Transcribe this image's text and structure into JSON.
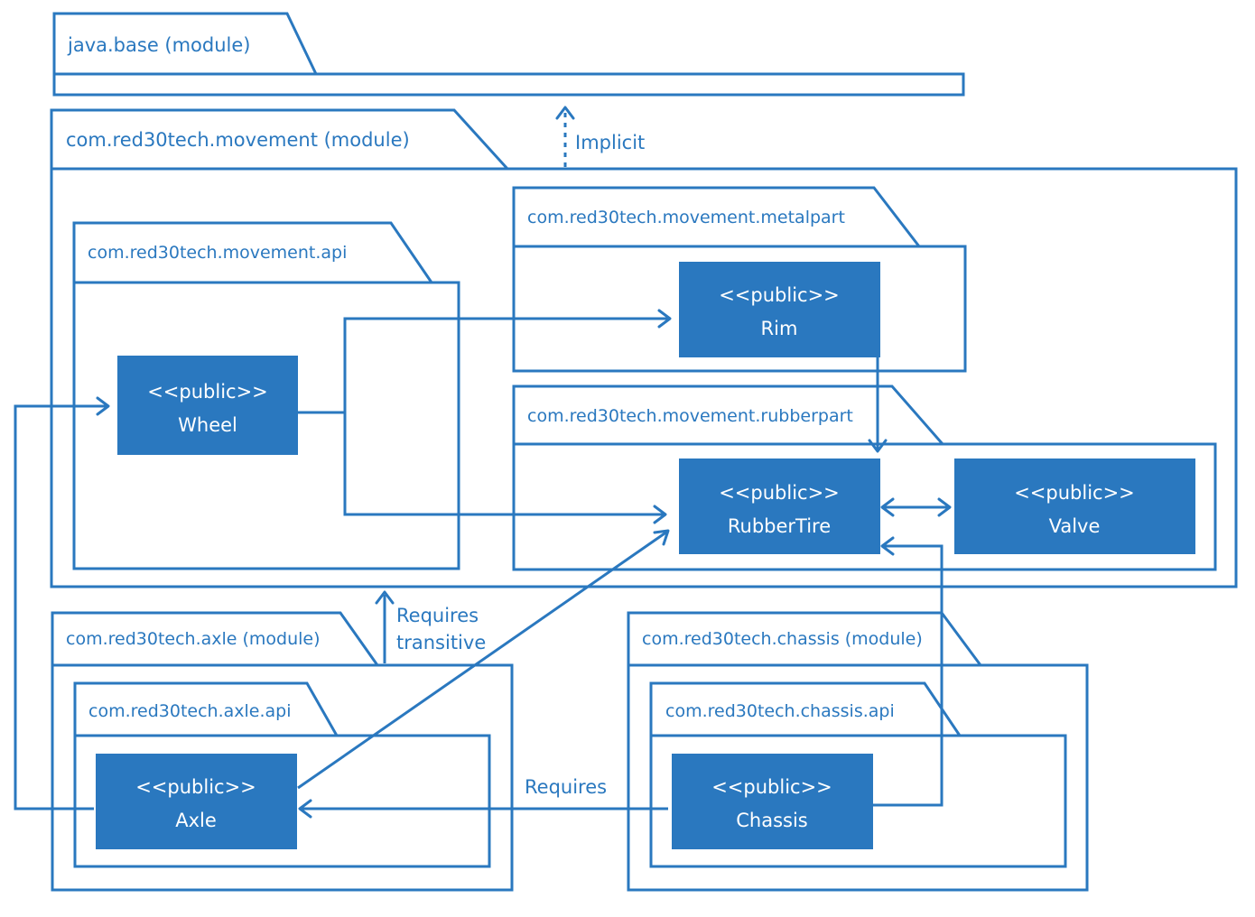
{
  "modules": {
    "java_base": {
      "label": "java.base (module)"
    },
    "movement": {
      "label": "com.red30tech.movement (module)"
    },
    "axle": {
      "label": "com.red30tech.axle (module)"
    },
    "chassis": {
      "label": "com.red30tech.chassis (module)"
    }
  },
  "packages": {
    "movement_api": {
      "label": "com.red30tech.movement.api"
    },
    "metalpart": {
      "label": "com.red30tech.movement.metalpart"
    },
    "rubberpart": {
      "label": "com.red30tech.movement.rubberpart"
    },
    "axle_api": {
      "label": "com.red30tech.axle.api"
    },
    "chassis_api": {
      "label": "com.red30tech.chassis.api"
    }
  },
  "classes": {
    "wheel": {
      "stereotype": "<<public>>",
      "name": "Wheel"
    },
    "rim": {
      "stereotype": "<<public>>",
      "name": "Rim"
    },
    "rubbertire": {
      "stereotype": "<<public>>",
      "name": "RubberTire"
    },
    "valve": {
      "stereotype": "<<public>>",
      "name": "Valve"
    },
    "axle": {
      "stereotype": "<<public>>",
      "name": "Axle"
    },
    "chassis": {
      "stereotype": "<<public>>",
      "name": "Chassis"
    }
  },
  "relations": {
    "implicit": "Implicit",
    "requires_transitive_line1": "Requires",
    "requires_transitive_line2": "transitive",
    "requires": "Requires"
  },
  "colors": {
    "accent": "#2a78bf",
    "class_fill": "#2a78bf",
    "class_text": "#ffffff"
  }
}
